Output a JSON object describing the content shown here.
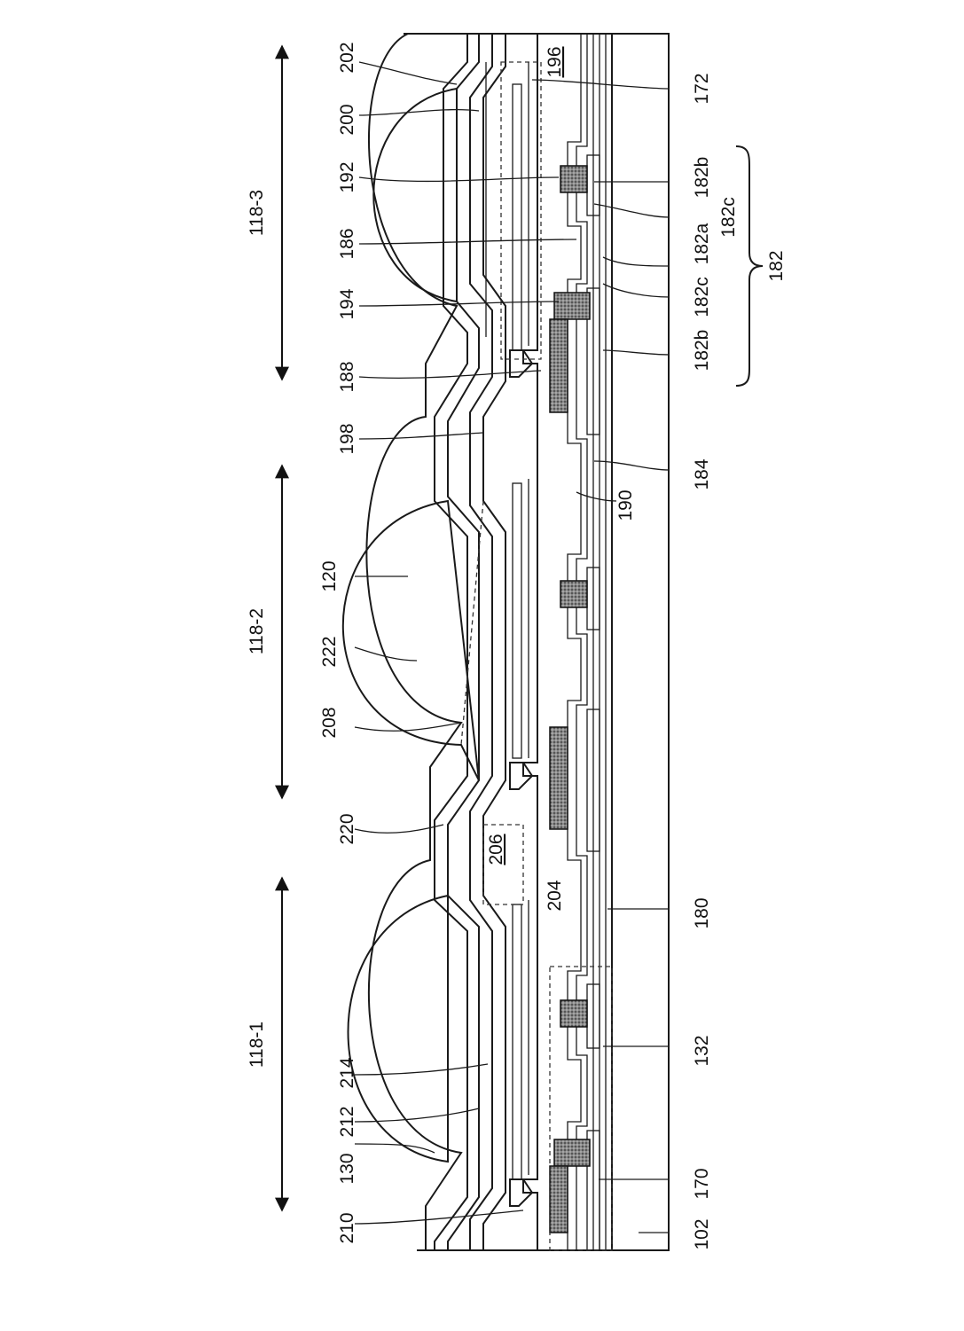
{
  "diagram": {
    "regions": [
      {
        "id": "r3",
        "label": "118-3"
      },
      {
        "id": "r2",
        "label": "118-2"
      },
      {
        "id": "r1",
        "label": "118-1"
      }
    ],
    "labels": {
      "l202": "202",
      "l200": "200",
      "l192": "192",
      "l186": "186",
      "l194": "194",
      "l188": "188",
      "l198": "198",
      "l120": "120",
      "l222": "222",
      "l208": "208",
      "l220": "220",
      "l214": "214",
      "l212": "212",
      "l130": "130",
      "l210": "210",
      "l196": "196",
      "l206": "206",
      "l204": "204",
      "l172": "172",
      "l182b1": "182b",
      "l182c1": "182c",
      "l182a": "182a",
      "l182c2": "182c",
      "l182b2": "182b",
      "l182": "182",
      "l184": "184",
      "l190": "190",
      "l180": "180",
      "l132": "132",
      "l170": "170",
      "l102": "102"
    }
  }
}
